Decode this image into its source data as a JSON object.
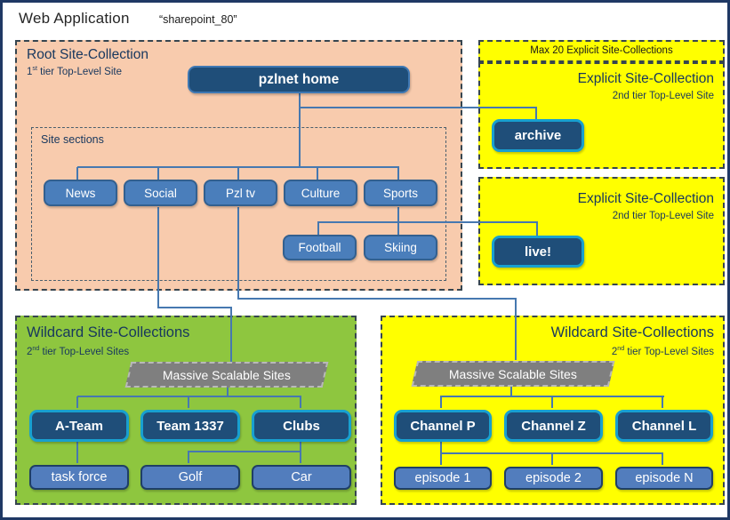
{
  "colors": {
    "outer_border": "#1f3864",
    "peach": "#f8cbad",
    "yellow": "#ffff00",
    "green": "#8ec63f",
    "dark_button": "#1f4e79",
    "mid_button": "#4a7ebb",
    "light_button": "#527dbd",
    "tier_button_glow": "#18a0cf",
    "connector": "#4678b0",
    "banner_gray": "#7f7f7f"
  },
  "header": {
    "title": "Web Application",
    "app_name": "“sharepoint_80”"
  },
  "root_collection": {
    "title": "Root Site-Collection",
    "tier_num": "1",
    "tier_sup": "st",
    "tier_rest": " tier Top-Level Site",
    "home_button": "pzlnet home",
    "site_sections": {
      "label": "Site sections",
      "buttons": [
        "News",
        "Social",
        "Pzl tv",
        "Culture",
        "Sports"
      ],
      "sub_buttons": [
        "Football",
        "Skiing"
      ]
    }
  },
  "explicit_collections": {
    "max_label": "Max 20 Explicit Site-Collections",
    "first": {
      "title": "Explicit Site-Collection",
      "tier": "2nd tier Top-Level Site",
      "button": "archive"
    },
    "second": {
      "title": "Explicit Site-Collection",
      "tier": "2nd tier Top-Level Site",
      "button": "live!"
    }
  },
  "wildcard_left": {
    "title": "Wildcard Site-Collections",
    "tier_num": "2",
    "tier_sup": "nd",
    "tier_rest": " tier Top-Level Sites",
    "banner": "Massive Scalable Sites",
    "sites": [
      "A-Team",
      "Team 1337",
      "Clubs"
    ],
    "sub_sites": [
      "task force",
      "Golf",
      "Car"
    ]
  },
  "wildcard_right": {
    "title": "Wildcard Site-Collections",
    "tier_num": "2",
    "tier_sup": "nd",
    "tier_rest": " tier Top-Level Sites",
    "banner": "Massive Scalable Sites",
    "sites": [
      "Channel P",
      "Channel Z",
      "Channel L"
    ],
    "sub_sites": [
      "episode 1",
      "episode 2",
      "episode N"
    ]
  }
}
